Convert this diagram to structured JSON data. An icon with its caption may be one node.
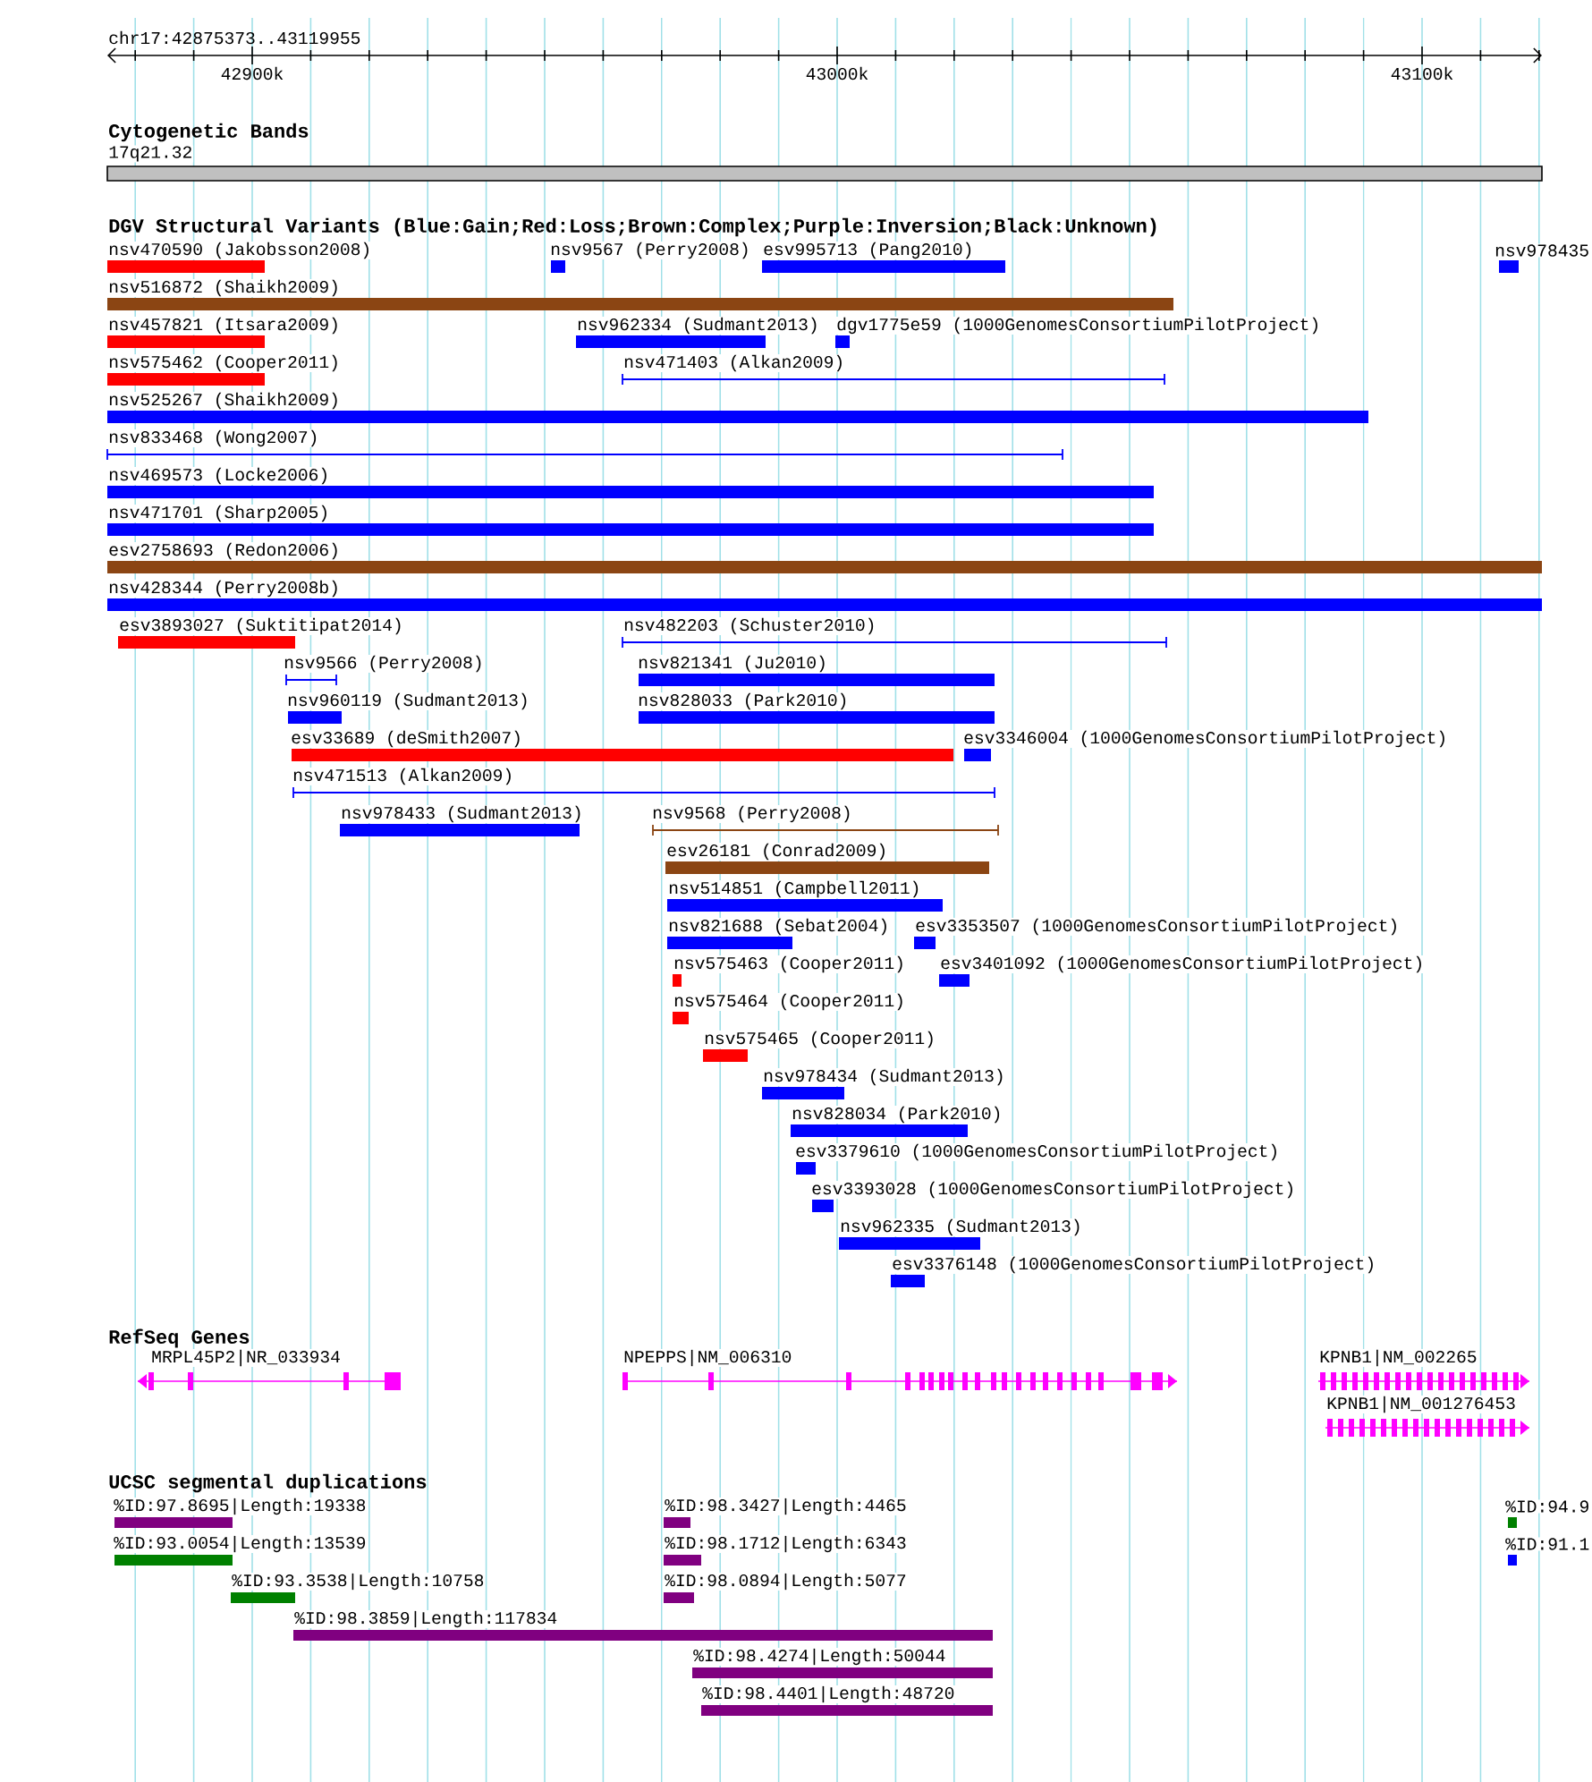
{
  "diagram": {
    "nodes": [
      {
        "text": [
          "17q21.32"
        ]
      },
      {
        "text": [
          "nsv470590 (Jakobsson2008)"
        ]
      },
      {
        "text": [
          "nsv9567 (Perry2008)"
        ]
      },
      {
        "text": [
          "esv995713 (Pang2010)"
        ]
      },
      {
        "text": [
          "nsv978435"
        ]
      },
      {
        "text": [
          "nsv516872 (Shaikh2009)"
        ]
      },
      {
        "text": [
          "nsv457821 (Itsara2009)"
        ]
      },
      {
        "text": [
          "nsv962334 (Sudmant2013)"
        ]
      },
      {
        "text": [
          "dgv1775e59 (1000GenomesConsortiumPilotProject)"
        ]
      },
      {
        "text": [
          "nsv575462 (Cooper2011)"
        ]
      },
      {
        "text": [
          "nsv471403 (Alkan2009)"
        ]
      },
      {
        "text": [
          "nsv525267 (Shaikh2009)"
        ]
      },
      {
        "text": [
          "nsv833468 (Wong2007)"
        ]
      },
      {
        "text": [
          "nsv469573 (Locke2006)"
        ]
      },
      {
        "text": [
          "nsv471701 (Sharp2005)"
        ]
      },
      {
        "text": [
          "esv2758693 (Redon2006)"
        ]
      },
      {
        "text": [
          "nsv428344 (Perry2008b)"
        ]
      },
      {
        "text": [
          "esv3893027 (Suktitipat2014)"
        ]
      },
      {
        "text": [
          "nsv482203 (Schuster2010)"
        ]
      },
      {
        "text": [
          "nsv9566 (Perry2008)"
        ]
      },
      {
        "text": [
          "nsv821341 (Ju2010)"
        ]
      },
      {
        "text": [
          "nsv960119 (Sudmant2013)"
        ]
      },
      {
        "text": [
          "nsv828033 (Park2010)"
        ]
      },
      {
        "text": [
          "esv33689 (deSmith2007)"
        ]
      },
      {
        "text": [
          "esv3346004 (1000GenomesConsortiumPilotProject)"
        ]
      },
      {
        "text": [
          "nsv471513 (Alkan2009)"
        ]
      },
      {
        "text": [
          "nsv978433 (Sudmant2013)"
        ]
      },
      {
        "text": [
          "nsv9568 (Perry2008)"
        ]
      },
      {
        "text": [
          "esv26181 (Conrad2009)"
        ]
      },
      {
        "text": [
          "nsv514851 (Campbell2011)"
        ]
      },
      {
        "text": [
          "nsv821688 (Sebat2004)"
        ]
      },
      {
        "text": [
          "esv3353507 (1000GenomesConsortiumPilotProject)"
        ]
      },
      {
        "text": [
          "nsv575463 (Cooper2011)"
        ]
      },
      {
        "text": [
          "esv3401092 (1000GenomesConsortiumPilotProject)"
        ]
      },
      {
        "text": [
          "nsv575464 (Cooper2011)"
        ]
      },
      {
        "text": [
          "nsv575465 (Cooper2011)"
        ]
      },
      {
        "text": [
          "nsv978434 (Sudmant2013)"
        ]
      },
      {
        "text": [
          "nsv828034 (Park2010)"
        ]
      },
      {
        "text": [
          "esv3379610 (1000GenomesConsortiumPilotProject)"
        ]
      },
      {
        "text": [
          "esv3393028 (1000GenomesConsortiumPilotProject)"
        ]
      },
      {
        "text": [
          "nsv962335 (Sudmant2013)"
        ]
      },
      {
        "text": [
          "esv3376148 (1000GenomesConsortiumPilotProject)"
        ]
      },
      {
        "text": [
          "MRPL45P2|NR_033934"
        ]
      },
      {
        "text": [
          "NPEPPS|NM_006310"
        ]
      },
      {
        "text": [
          "KPNB1|NM_002265"
        ]
      },
      {
        "text": [
          "KPNB1|NM_001276453"
        ]
      },
      {
        "text": [
          "%ID:97.8695|Length:19338"
        ]
      },
      {
        "text": [
          "%ID:98.3427|Length:4465"
        ]
      },
      {
        "text": [
          "%ID:94.9"
        ]
      },
      {
        "text": [
          "%ID:93.0054|Length:13539"
        ]
      },
      {
        "text": [
          "%ID:98.1712|Length:6343"
        ]
      },
      {
        "text": [
          "%ID:91.1"
        ]
      },
      {
        "text": [
          "%ID:93.3538|Length:10758"
        ]
      },
      {
        "text": [
          "%ID:98.0894|Length:5077"
        ]
      },
      {
        "text": [
          "%ID:98.3859|Length:117834"
        ]
      },
      {
        "text": [
          "%ID:98.4274|Length:50044"
        ]
      },
      {
        "text": [
          "%ID:98.4401|Length:48720"
        ]
      }
    ],
    "labels": [
      "chr17:42875373..43119955",
      "42900k",
      "43000k",
      "43100k",
      "Cytogenetic Bands",
      "DGV Structural Variants (Blue:Gain;Red:Loss;Brown:Complex;Purple:Inversion;Black:Unknown)",
      "RefSeq Genes",
      "UCSC segmental duplications"
    ]
  }
}
